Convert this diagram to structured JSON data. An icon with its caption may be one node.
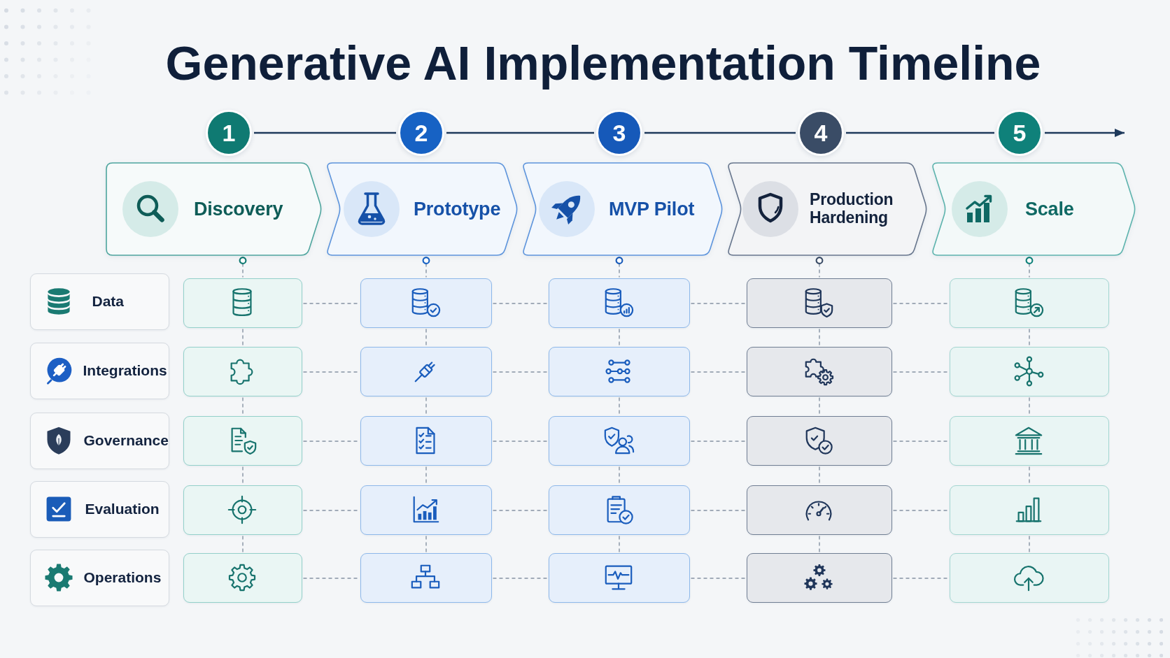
{
  "diagram": {
    "title": "Generative AI Implementation Timeline",
    "nodes": [
      {
        "text": [
          "1"
        ]
      },
      {
        "text": [
          "2"
        ]
      },
      {
        "text": [
          "3"
        ]
      },
      {
        "text": [
          "4"
        ]
      },
      {
        "text": [
          "5"
        ]
      },
      {
        "text": [
          "Discovery"
        ]
      },
      {
        "text": [
          "Prototype"
        ]
      },
      {
        "text": [
          "MVP Pilot"
        ]
      },
      {
        "text": [
          "Production Hardening"
        ]
      },
      {
        "text": [
          "Scale"
        ]
      },
      {
        "text": [
          "Data"
        ]
      },
      {
        "text": [],
        "shape": "box"
      },
      {
        "text": [],
        "shape": "box"
      },
      {
        "text": [],
        "shape": "box"
      },
      {
        "text": [],
        "shape": "box"
      },
      {
        "text": [],
        "shape": "box"
      },
      {
        "text": [
          "Integrations"
        ]
      },
      {
        "text": [],
        "shape": "box"
      },
      {
        "text": [],
        "shape": "box"
      },
      {
        "text": [],
        "shape": "box"
      },
      {
        "text": [],
        "shape": "box"
      },
      {
        "text": [],
        "shape": "box"
      },
      {
        "text": [
          "Governance"
        ]
      },
      {
        "text": [],
        "shape": "box"
      },
      {
        "text": [],
        "shape": "box"
      },
      {
        "text": [],
        "shape": "box"
      },
      {
        "text": [],
        "shape": "box"
      },
      {
        "text": [],
        "shape": "box"
      },
      {
        "text": [
          "Evaluation"
        ]
      },
      {
        "text": [],
        "shape": "box"
      },
      {
        "text": [],
        "shape": "box"
      },
      {
        "text": [],
        "shape": "box"
      },
      {
        "text": [],
        "shape": "box"
      },
      {
        "text": [],
        "shape": "box"
      },
      {
        "text": [
          "Operations"
        ]
      },
      {
        "text": [],
        "shape": "box"
      },
      {
        "text": [],
        "shape": "box"
      },
      {
        "text": [],
        "shape": "box"
      },
      {
        "text": [],
        "shape": "box"
      },
      {
        "text": [],
        "shape": "box"
      }
    ],
    "edges": [
      {
        "from": 0,
        "to": 1,
        "arrow": "none",
        "color": "#1f3a5c"
      },
      {
        "from": 1,
        "to": 2,
        "arrow": "none",
        "color": "#1f3a5c"
      },
      {
        "from": 2,
        "to": 3,
        "arrow": "none",
        "color": "#1f3a5c"
      },
      {
        "from": 3,
        "to": 4,
        "arrow": "none",
        "color": "#1f3a5c"
      },
      {
        "from": 4,
        "to": null,
        "arrow": "to",
        "color": "#1f3a5c"
      },
      {
        "from": 5,
        "to": 11,
        "arrow": "other",
        "style": "dashed"
      },
      {
        "from": 6,
        "to": 12,
        "arrow": "other",
        "style": "dashed"
      },
      {
        "from": 7,
        "to": 13,
        "arrow": "other",
        "style": "dashed"
      },
      {
        "from": 8,
        "to": 14,
        "arrow": "other",
        "style": "dashed"
      },
      {
        "from": 9,
        "to": 15,
        "arrow": "other",
        "style": "dashed"
      },
      {
        "from": 11,
        "to": 17,
        "arrow": "none",
        "style": "dashed"
      },
      {
        "from": 17,
        "to": 23,
        "arrow": "none",
        "style": "dashed"
      },
      {
        "from": 23,
        "to": 29,
        "arrow": "none",
        "style": "dashed"
      },
      {
        "from": 29,
        "to": 35,
        "arrow": "none",
        "style": "dashed"
      },
      {
        "from": 12,
        "to": 18,
        "arrow": "none",
        "style": "dashed"
      },
      {
        "from": 18,
        "to": 24,
        "arrow": "none",
        "style": "dashed"
      },
      {
        "from": 24,
        "to": 30,
        "arrow": "none",
        "style": "dashed"
      },
      {
        "from": 30,
        "to": 36,
        "arrow": "none",
        "style": "dashed"
      },
      {
        "from": 13,
        "to": 19,
        "arrow": "none",
        "style": "dashed"
      },
      {
        "from": 19,
        "to": 25,
        "arrow": "none",
        "style": "dashed"
      },
      {
        "from": 25,
        "to": 31,
        "arrow": "none",
        "style": "dashed"
      },
      {
        "from": 31,
        "to": 37,
        "arrow": "none",
        "style": "dashed"
      },
      {
        "from": 14,
        "to": 20,
        "arrow": "none",
        "style": "dashed"
      },
      {
        "from": 20,
        "to": 26,
        "arrow": "none",
        "style": "dashed"
      },
      {
        "from": 26,
        "to": 32,
        "arrow": "none",
        "style": "dashed"
      },
      {
        "from": 32,
        "to": 38,
        "arrow": "none",
        "style": "dashed"
      },
      {
        "from": 15,
        "to": 21,
        "arrow": "none",
        "style": "dashed"
      },
      {
        "from": 21,
        "to": 27,
        "arrow": "none",
        "style": "dashed"
      },
      {
        "from": 27,
        "to": 33,
        "arrow": "none",
        "style": "dashed"
      },
      {
        "from": 33,
        "to": 39,
        "arrow": "none",
        "style": "dashed"
      },
      {
        "from": 11,
        "to": 12,
        "arrow": "none",
        "style": "dashed"
      },
      {
        "from": 12,
        "to": 13,
        "arrow": "none",
        "style": "dashed"
      },
      {
        "from": 13,
        "to": 14,
        "arrow": "none",
        "style": "dashed"
      },
      {
        "from": 14,
        "to": 15,
        "arrow": "none",
        "style": "dashed"
      },
      {
        "from": 17,
        "to": 18,
        "arrow": "none",
        "style": "dashed"
      },
      {
        "from": 18,
        "to": 19,
        "arrow": "none",
        "style": "dashed"
      },
      {
        "from": 19,
        "to": 20,
        "arrow": "none",
        "style": "dashed"
      },
      {
        "from": 20,
        "to": 21,
        "arrow": "none",
        "style": "dashed"
      },
      {
        "from": 23,
        "to": 24,
        "arrow": "none",
        "style": "dashed"
      },
      {
        "from": 24,
        "to": 25,
        "arrow": "none",
        "style": "dashed"
      },
      {
        "from": 25,
        "to": 26,
        "arrow": "none",
        "style": "dashed"
      },
      {
        "from": 26,
        "to": 27,
        "arrow": "none",
        "style": "dashed"
      },
      {
        "from": 29,
        "to": 30,
        "arrow": "none",
        "style": "dashed"
      },
      {
        "from": 30,
        "to": 31,
        "arrow": "none",
        "style": "dashed"
      },
      {
        "from": 31,
        "to": 32,
        "arrow": "none",
        "style": "dashed"
      },
      {
        "from": 32,
        "to": 33,
        "arrow": "none",
        "style": "dashed"
      },
      {
        "from": 35,
        "to": 36,
        "arrow": "none",
        "style": "dashed"
      },
      {
        "from": 36,
        "to": 37,
        "arrow": "none",
        "style": "dashed"
      },
      {
        "from": 37,
        "to": 38,
        "arrow": "none",
        "style": "dashed"
      },
      {
        "from": 38,
        "to": 39,
        "arrow": "none",
        "style": "dashed"
      }
    ]
  }
}
